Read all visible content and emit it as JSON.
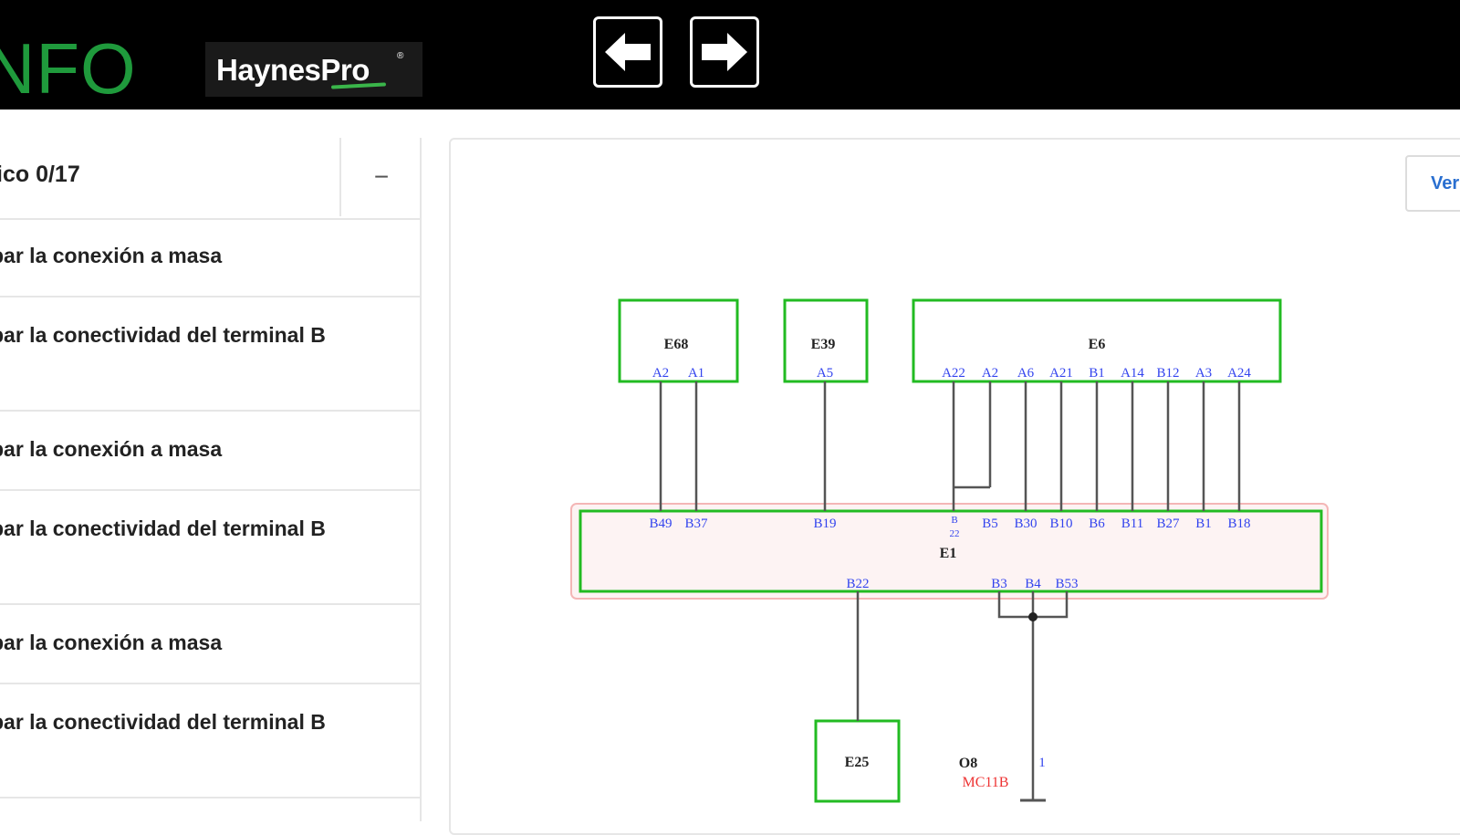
{
  "header": {
    "brand": "NFO",
    "logo_text": "HaynesPro",
    "logo_mark": "®",
    "back_icon": "arrow-left-icon",
    "forward_icon": "arrow-right-icon"
  },
  "sidebar": {
    "title": "ico 0/17",
    "collapse_label": "−",
    "items": [
      {
        "label": "bar la conexión a masa"
      },
      {
        "label": "bar la conectividad del terminal B"
      },
      {
        "label": "bar la conexión a masa"
      },
      {
        "label": "bar la conectividad del terminal B"
      },
      {
        "label": "bar la conexión a masa"
      },
      {
        "label": "bar la conectividad del terminal B"
      }
    ]
  },
  "content": {
    "view_button": "Ver"
  },
  "diagram": {
    "colors": {
      "box": "#22bb22",
      "pin": "#3344ee",
      "ref": "#ee3333",
      "wire": "#555555"
    },
    "components": {
      "E68": {
        "label": "E68",
        "pins": [
          "A2",
          "A1"
        ]
      },
      "E39": {
        "label": "E39",
        "pins": [
          "A5"
        ]
      },
      "E6": {
        "label": "E6",
        "pins": [
          "A22",
          "A2",
          "A6",
          "A21",
          "B1",
          "A14",
          "B12",
          "A3",
          "A24"
        ]
      },
      "E1": {
        "label": "E1",
        "top_pins": [
          "B49",
          "B37",
          "B19",
          "B5",
          "B30",
          "B10",
          "B6",
          "B11",
          "B27",
          "B1",
          "B18"
        ],
        "overlap_pins": [
          "B",
          "22"
        ],
        "bottom_pins": [
          "B22",
          "B3",
          "B4",
          "B53"
        ]
      },
      "E25": {
        "label": "E25"
      },
      "ground": {
        "label": "O8",
        "ref": "MC11B",
        "pin": "1"
      }
    }
  }
}
